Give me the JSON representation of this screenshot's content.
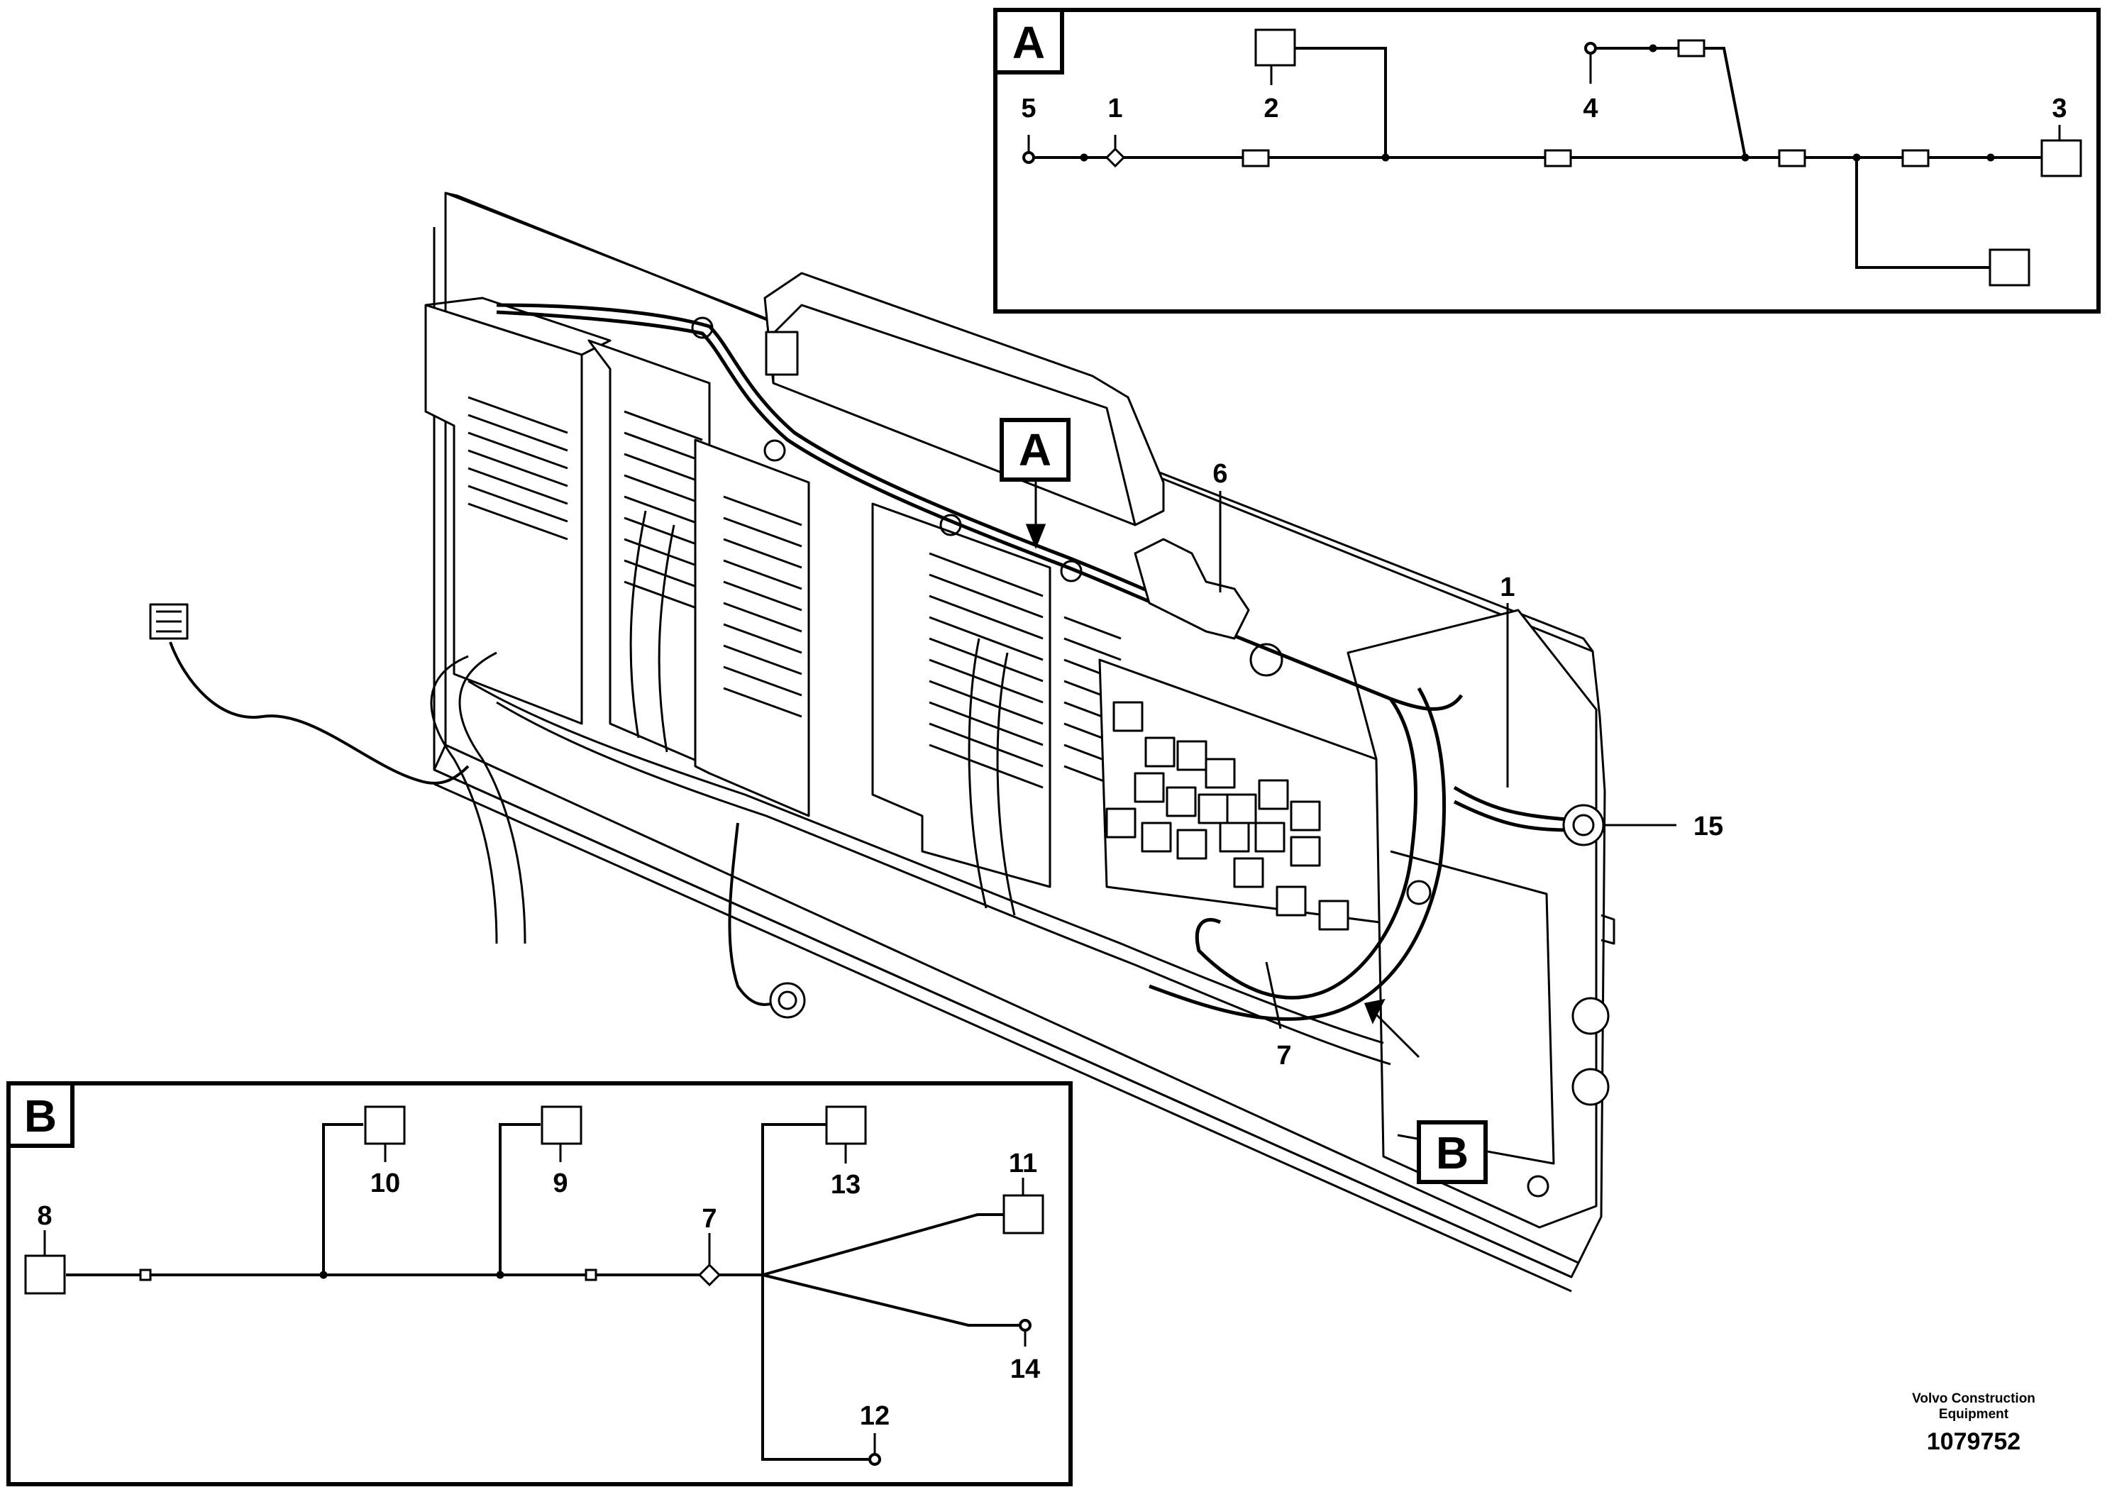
{
  "callouts": {
    "a_5": "5",
    "a_1": "1",
    "a_2": "2",
    "a_4": "4",
    "a_3": "3",
    "m_6": "6",
    "m_1": "1",
    "m_15": "15",
    "m_7": "7",
    "b_8": "8",
    "b_10": "10",
    "b_9": "9",
    "b_7": "7",
    "b_13": "13",
    "b_11": "11",
    "b_14": "14",
    "b_12": "12"
  },
  "detail_tags": {
    "a_box": "A",
    "b_box": "B",
    "a_pointer": "A",
    "b_pointer": "B"
  },
  "footer": {
    "brand_line1": "Volvo Construction",
    "brand_line2": "Equipment",
    "drawing_number": "1079752"
  },
  "colors": {
    "line": "#000000",
    "background": "#ffffff"
  }
}
